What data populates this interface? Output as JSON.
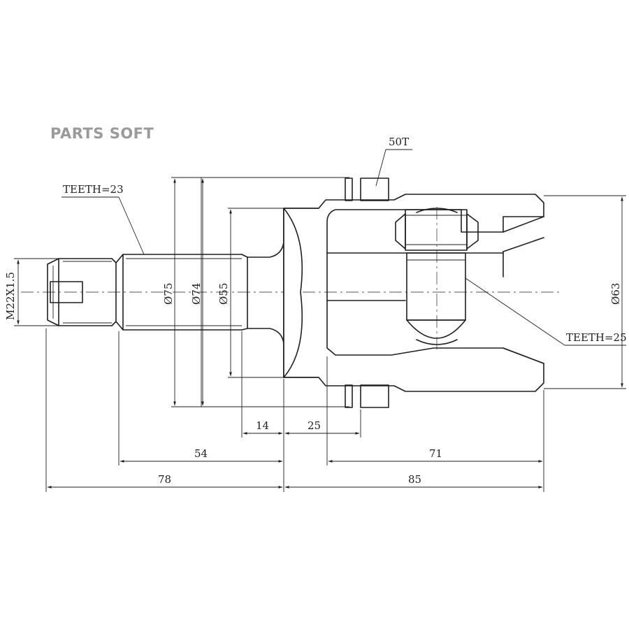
{
  "brand": {
    "watermark": "PARTS SOFT"
  },
  "labels": {
    "teeth_shaft": "TEETH=23",
    "teeth_inner": "TEETH=25",
    "abs_ring": "50T",
    "thread": "M22X1.5"
  },
  "diameters": {
    "d75": "Ø75",
    "d74": "Ø74",
    "d55": "Ø55",
    "d63": "Ø63"
  },
  "dimensions": {
    "d14": "14",
    "d25": "25",
    "d54": "54",
    "d71": "71",
    "d78": "78",
    "d85": "85"
  }
}
